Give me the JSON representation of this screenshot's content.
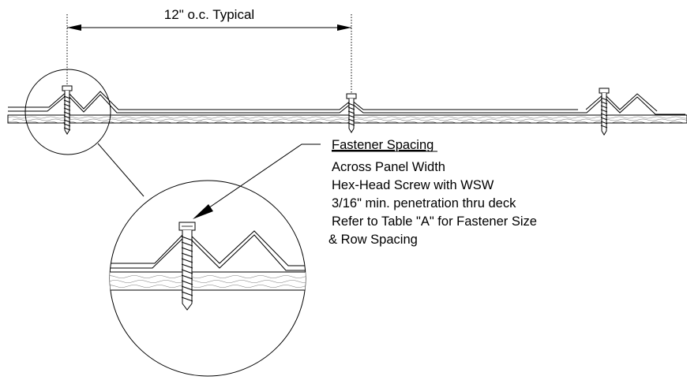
{
  "dimension": {
    "label": "12\" o.c. Typical"
  },
  "callout": {
    "title": "Fastener Spacing",
    "lines": [
      "Across Panel Width",
      "Hex-Head Screw with WSW",
      "3/16\" min. penetration thru deck",
      "Refer to Table \"A\" for Fastener Size",
      "& Row Spacing"
    ]
  },
  "colors": {
    "ink": "#000000",
    "background": "#ffffff"
  }
}
